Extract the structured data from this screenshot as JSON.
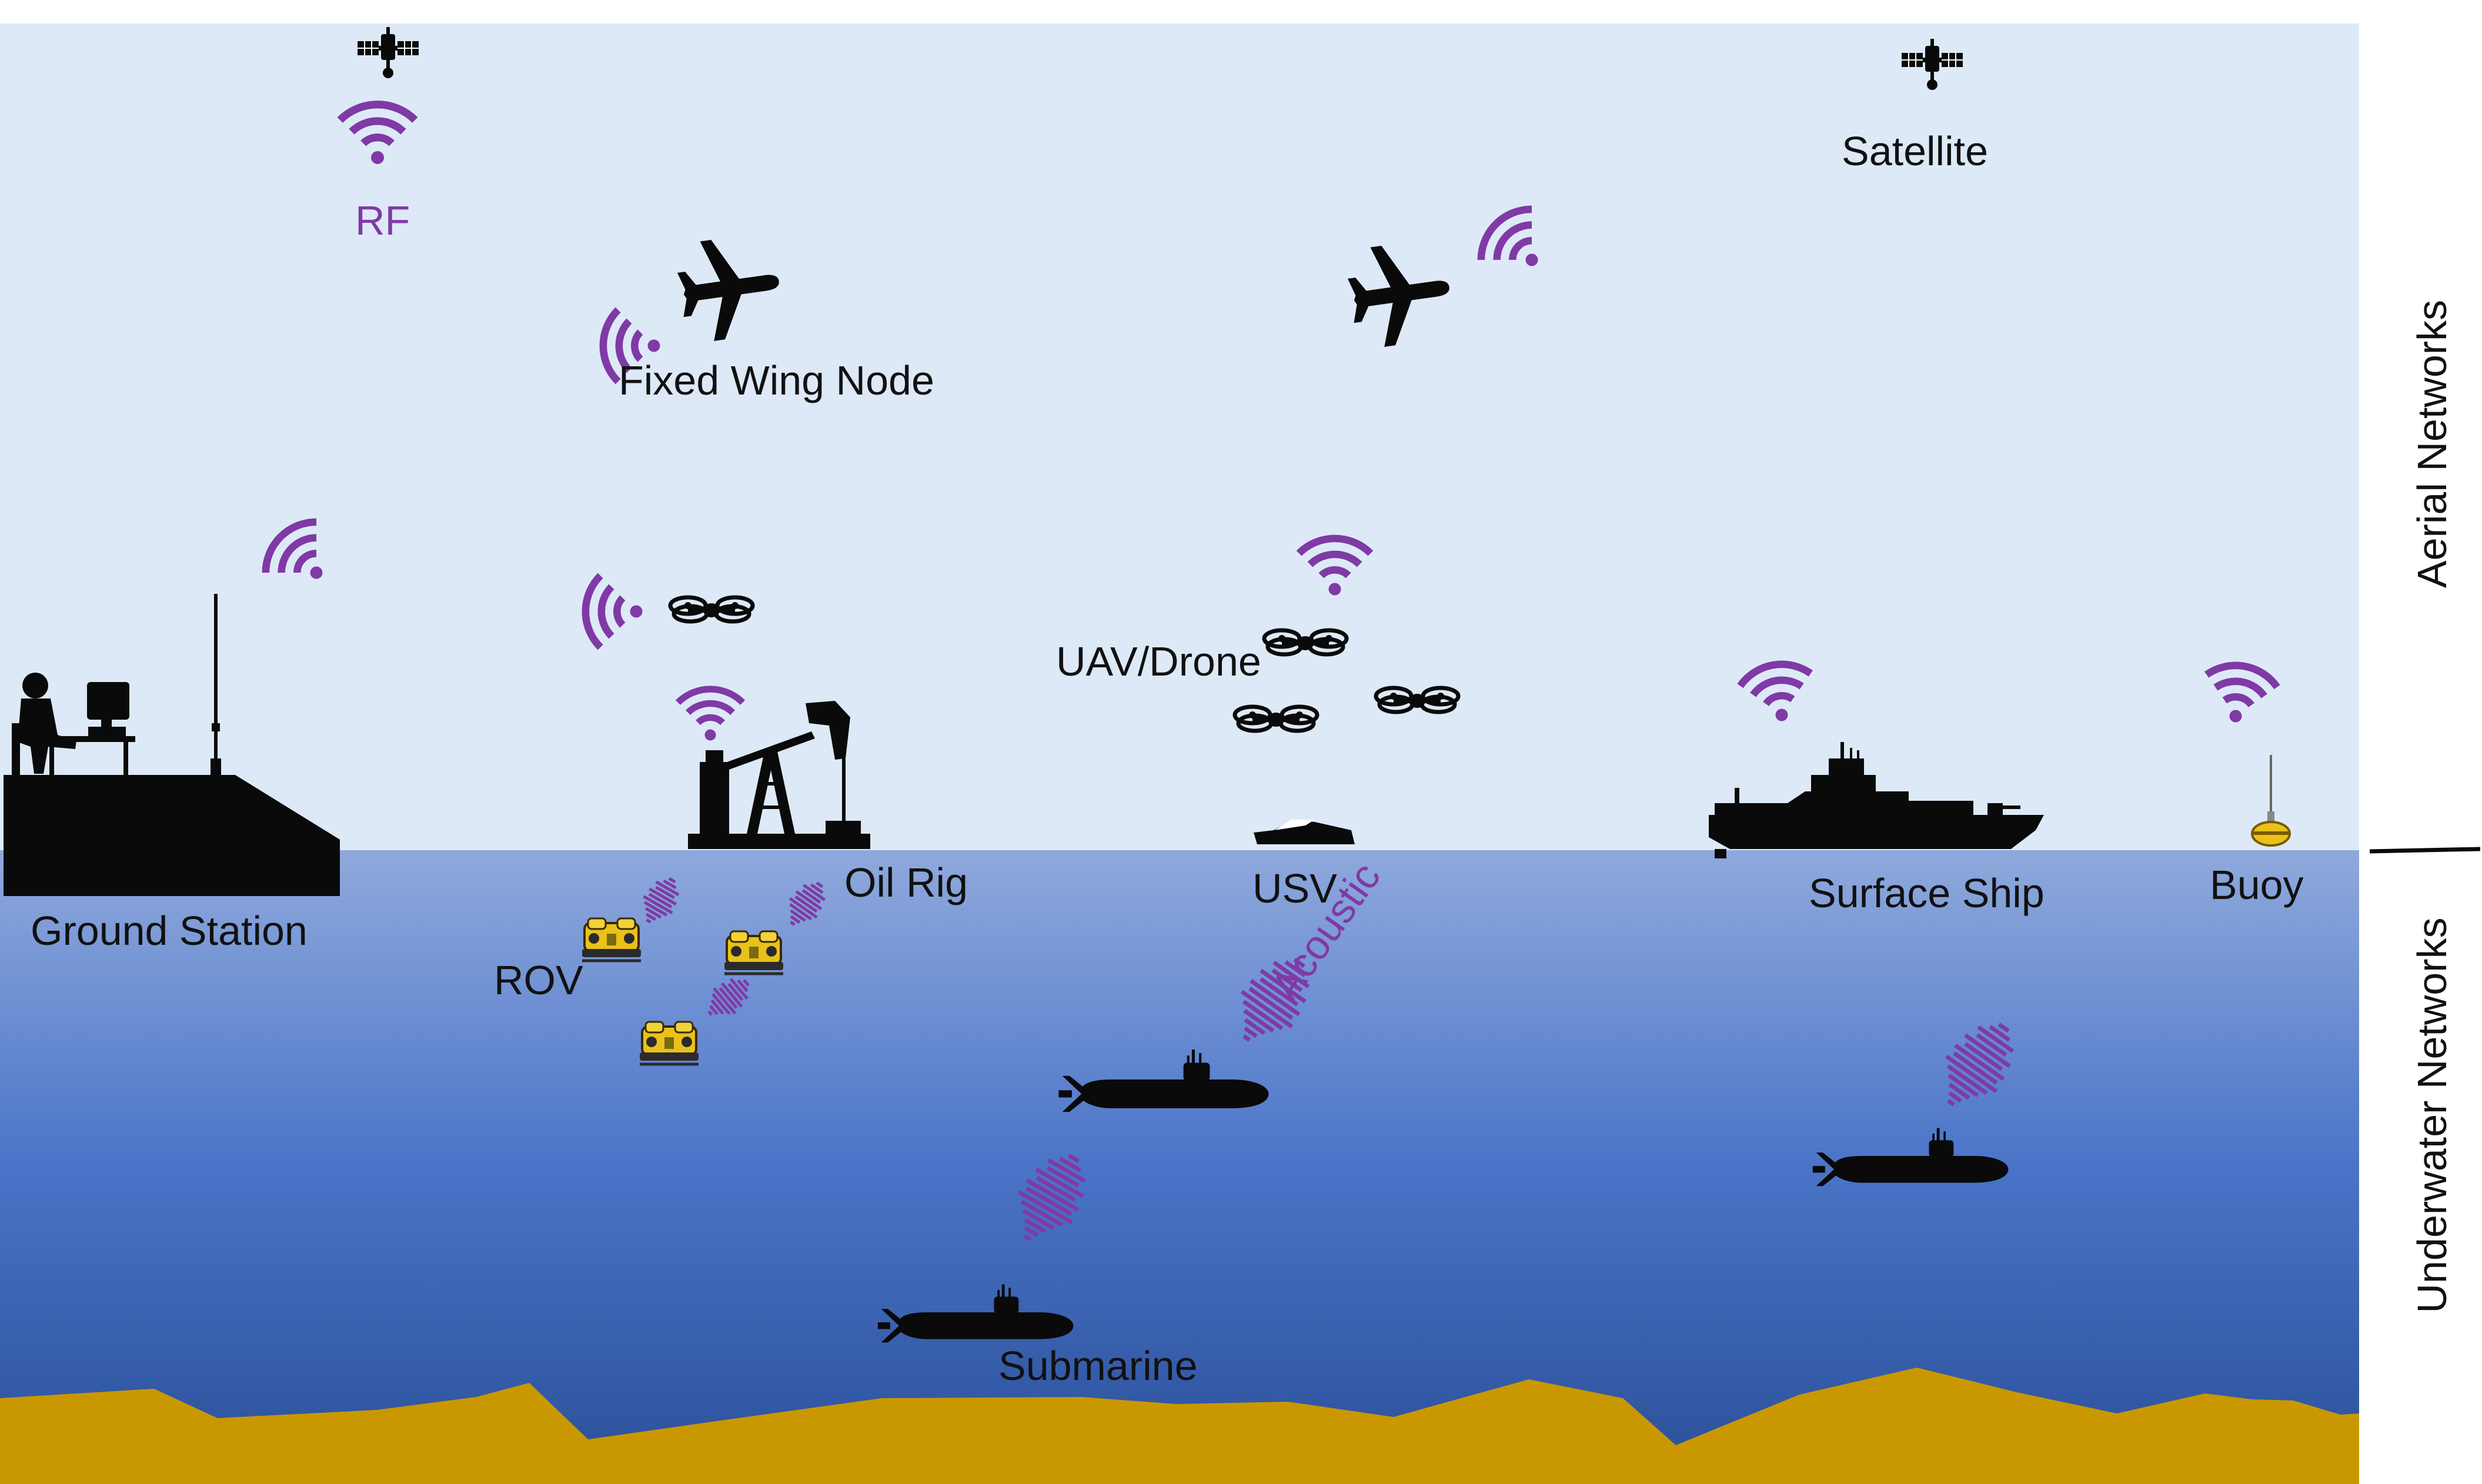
{
  "colors": {
    "sky": "#dde9f6",
    "water_top": "#8fa9dc",
    "water_mid": "#4a74c8",
    "water_bottom": "#2a4f98",
    "seabed": "#c99800",
    "signal": "#7f3aa5",
    "silhouette": "#0a0a0a",
    "rov": "#e8c21a"
  },
  "labels": {
    "rf": "RF",
    "satellite": "Satellite",
    "fixed_wing_node": "Fixed Wing Node",
    "uav_drone": "UAV/Drone",
    "ground_station": "Ground Station",
    "oil_rig": "Oil Rig",
    "usv": "USV",
    "surface_ship": "Surface Ship",
    "buoy": "Buoy",
    "rov": "ROV",
    "acoustic": "Acoustic",
    "submarine": "Submarine"
  },
  "side_labels": {
    "aerial": "Aerial Networks",
    "underwater": "Underwater Networks"
  },
  "icons": {
    "satellite": "satellite-icon",
    "airplane": "airplane-icon",
    "drone": "quadcopter-drone-icon",
    "rf_signal": "rf-signal-icon",
    "acoustic_signal": "acoustic-wave-icon",
    "ground_station": "operator-workstation-icon",
    "oil_rig": "pumpjack-icon",
    "usv": "speedboat-icon",
    "ship": "ship-icon",
    "buoy": "buoy-icon",
    "rov": "rov-icon",
    "submarine": "submarine-icon"
  }
}
